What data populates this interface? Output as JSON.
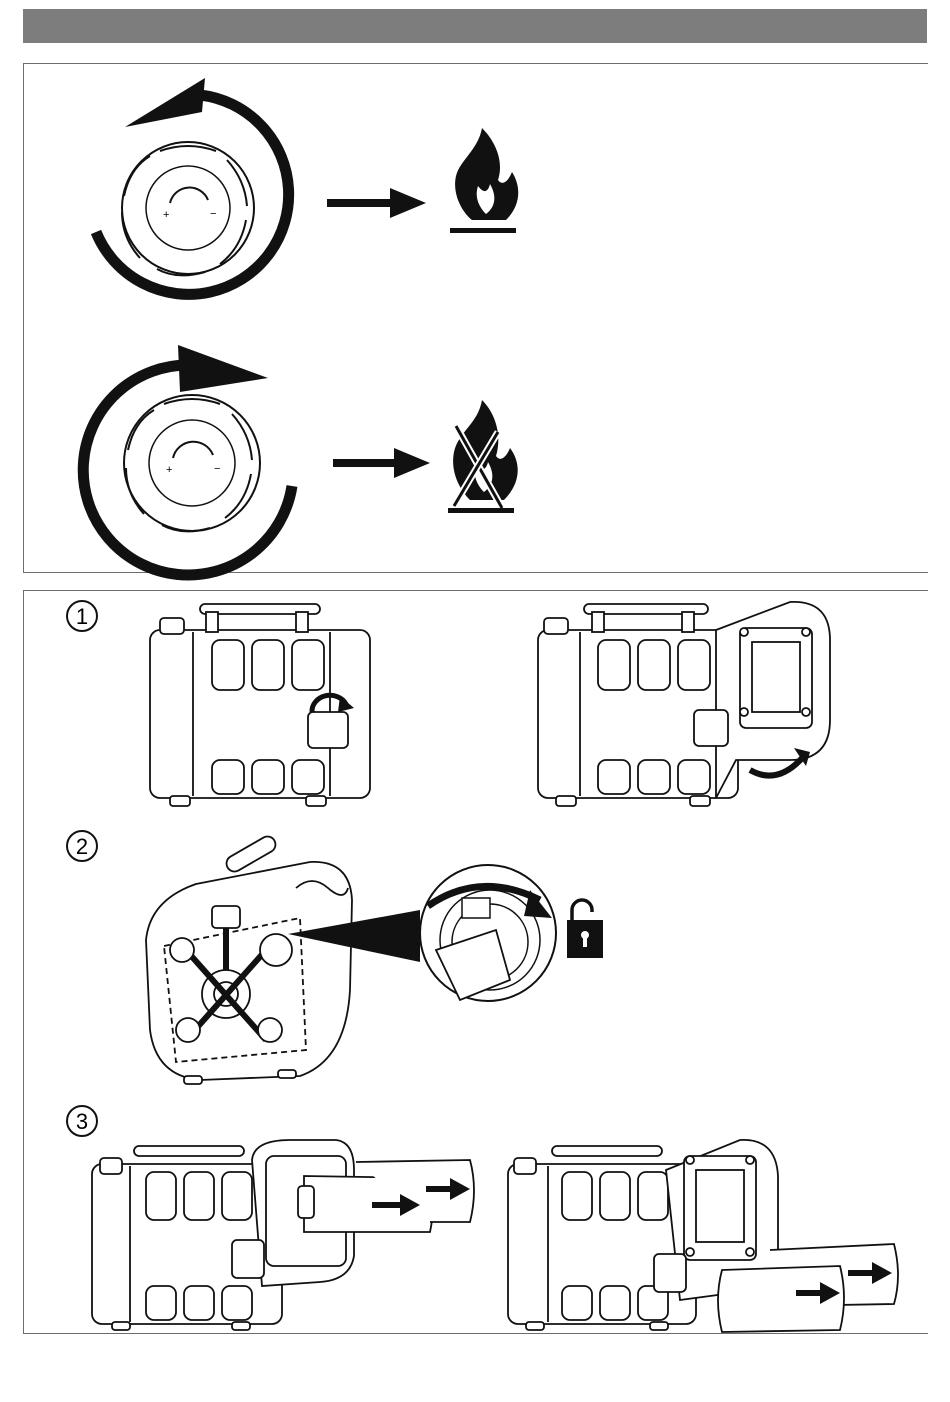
{
  "knob": {
    "plus": "+",
    "minus": "−"
  },
  "steps": [
    {
      "number": "1"
    },
    {
      "number": "2"
    },
    {
      "number": "3"
    }
  ],
  "icons": {
    "flame": "flame-icon",
    "flame_crossed": "flame-crossed-icon",
    "lock": "padlock-open-icon"
  },
  "colors": {
    "header": "#7d7d7d",
    "ink": "#111111",
    "border": "#6d6d6d"
  }
}
